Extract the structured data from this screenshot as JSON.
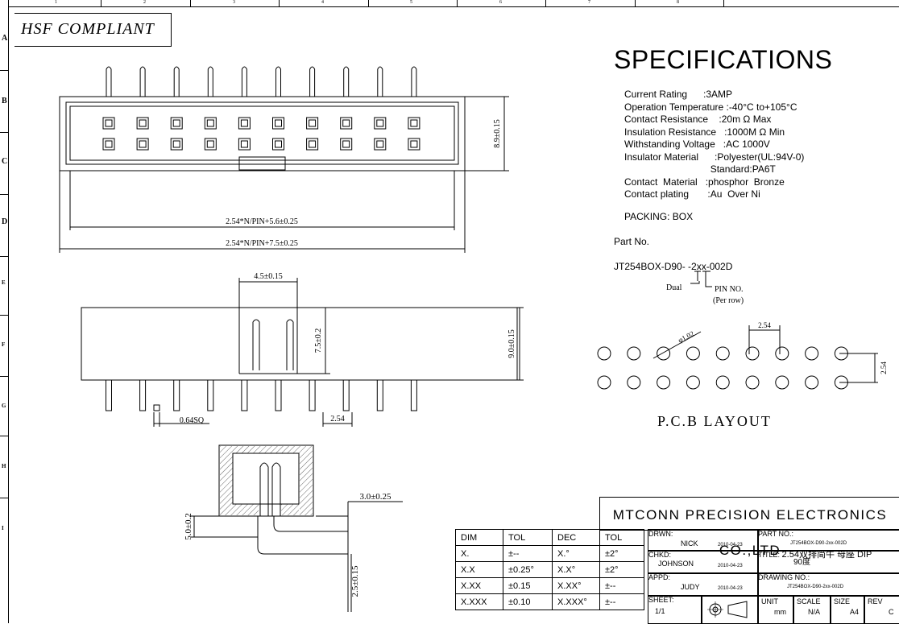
{
  "border": {
    "columns": [
      "1",
      "2",
      "3",
      "4",
      "5",
      "6",
      "7",
      "8"
    ],
    "rows": [
      "A",
      "B",
      "C",
      "D",
      "E",
      "F",
      "G",
      "H",
      "I"
    ]
  },
  "hsf_label": "HSF COMPLIANT",
  "specs": {
    "title": "SPECIFICATIONS",
    "lines": [
      "Current Rating      :3AMP",
      "Operation Temperature :-40°C to+105°C",
      "Contact Resistance    :20m Ω Max",
      "Insulation Resistance   :1000M Ω Min",
      "Withstanding Voltage   :AC 1000V",
      "Insulator Material      :Polyester(UL:94V-0)",
      "                                Standard:PA6T",
      "Contact  Material   :phosphor  Bronze",
      "Contact plating       :Au  Over Ni"
    ],
    "packing": "PACKING: BOX",
    "part_no_label": "Part No.",
    "part_no": "JT254BOX-D90- -2xx-002D",
    "dual_label": "Dual",
    "pin_no_label": "PIN NO.",
    "per_row_label": "(Per row)"
  },
  "dims": {
    "top_height": "8.9±0.15",
    "inner_len": "2.54*N/PIN+5.6±0.25",
    "outer_len": "2.54*N/PIN+7.5±0.25",
    "side_width": "4.5±0.15",
    "side_inner_h": "7.5±0.2",
    "side_height": "9.0±0.15",
    "pin_sq": "0.64SQ",
    "pitch": "2.54",
    "sec_offset": "3.0±0.25",
    "sec_height": "5.0±0.2",
    "sec_tail": "2.5±0.15",
    "pcb_hole": "φ1.02",
    "pcb_pitch_x": "2.54",
    "pcb_pitch_y": "2.54"
  },
  "pcb_title": "P.C.B  LAYOUT",
  "company": "MTCONN PRECISION ELECTRONICS CO.,LTD",
  "tolerance_table": {
    "header": [
      "DIM",
      "TOL",
      "DEC",
      "TOL"
    ],
    "rows": [
      [
        "X.",
        "±--",
        "X.°",
        "±2°"
      ],
      [
        "X.X",
        "±0.25°",
        "X.X°",
        "±2°"
      ],
      [
        "X.XX",
        "±0.15",
        "X.XX°",
        "±--"
      ],
      [
        "X.XXX",
        "±0.10",
        "X.XXX°",
        "±--"
      ]
    ]
  },
  "title_block": {
    "drwn_label": "DRWN:",
    "drwn_name": "NICK",
    "drwn_date": "2010-04-23",
    "chkd_label": "CHKD:",
    "chkd_name": "JOHNSON",
    "chkd_date": "2010-04-23",
    "appd_label": "APPD:",
    "appd_name": "JUDY",
    "appd_date": "2010-04-23",
    "sheet_label": "SHEET:",
    "sheet_value": "1/1",
    "part_label": "PART NO.:",
    "part_value": "JT254BOX-D90-2xx-002D",
    "title_label": "TITLE:",
    "title_value_a": "2.54双排简牛 母座 DIP",
    "title_value_b": "90度",
    "drawing_label": "DRAWING NO.:",
    "drawing_value": "JT254BOX-D90-2xx-002D",
    "unit_label": "UNIT",
    "unit_value": "mm",
    "scale_label": "SCALE",
    "scale_value": "N/A",
    "size_label": "SIZE",
    "size_value": "A4",
    "rev_label": "REV",
    "rev_value": "C"
  }
}
